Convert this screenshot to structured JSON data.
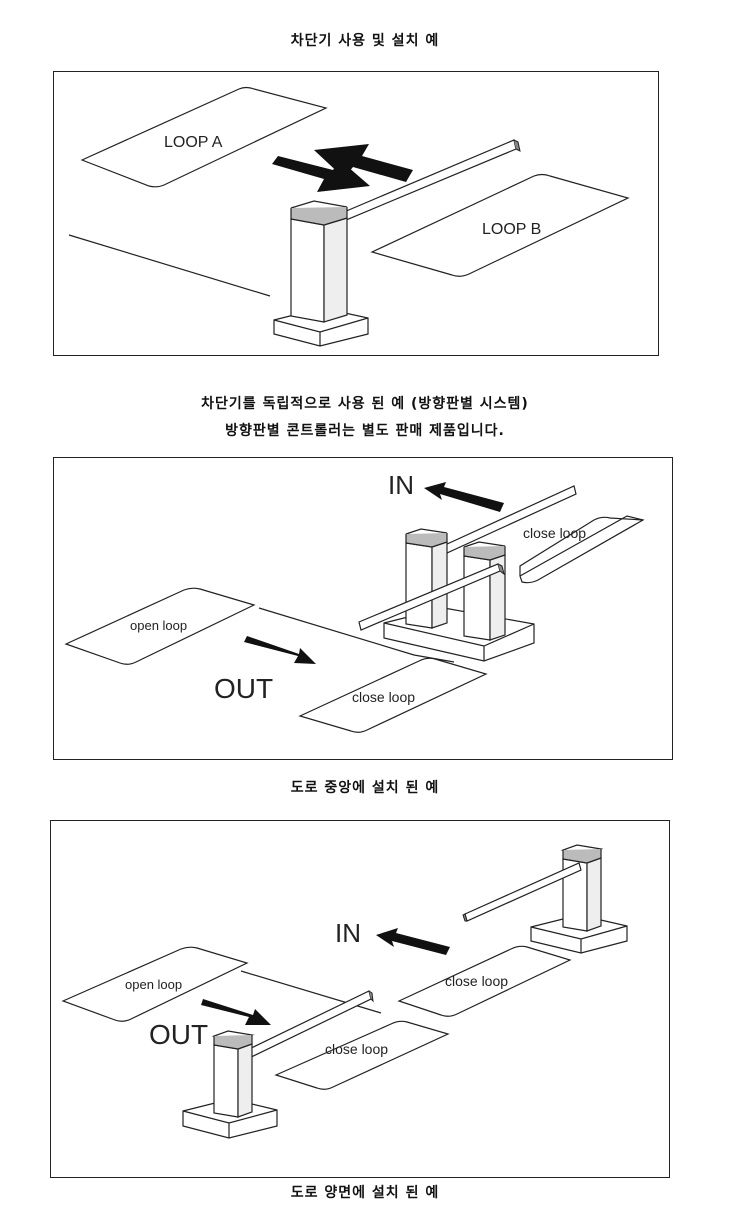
{
  "captions": {
    "title1": "차단기 사용 및 설치 예",
    "title2_line1": "차단기를 독립적으로 사용 된 예 (방향판별 시스템)",
    "title2_line2": "방향판별 콘트롤러는 별도 판매 제품입니다.",
    "title3": "도로 중앙에 설치 된 예",
    "title4": "도로 양면에 설치 된 예"
  },
  "figure1": {
    "loop_a": "LOOP A",
    "loop_b": "LOOP B"
  },
  "figure2": {
    "in": "IN",
    "out": "OUT",
    "open_loop": "open loop",
    "close_loop_top": "close loop",
    "close_loop_bottom": "close loop"
  },
  "figure3": {
    "in": "IN",
    "out": "OUT",
    "open_loop": "open loop",
    "close_loop_top": "close loop",
    "close_loop_bottom": "close loop"
  }
}
